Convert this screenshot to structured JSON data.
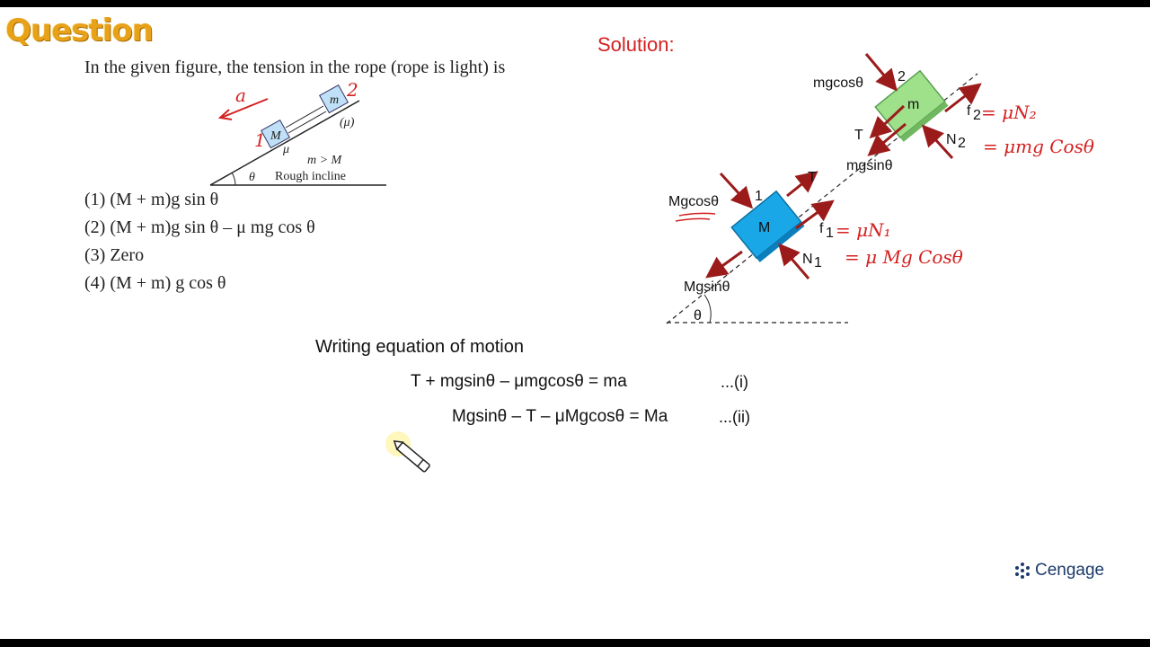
{
  "header": {
    "logo_text": "Question"
  },
  "question": {
    "text": "In the given figure, the tension in the rope (rope is light) is",
    "options": [
      "(1) (M + m)g sin θ",
      "(2) (M + m)g sin θ – μ mg cos θ",
      "(3) Zero",
      "(4) (M + m) g cos θ"
    ],
    "figure": {
      "accel_label": "a",
      "block_big": "M",
      "block_small": "m",
      "block_big_number": "1",
      "block_small_number": "2",
      "mu_label": "μ",
      "mu_paren": "(μ)",
      "condition": "m > M",
      "incline_label": "Rough incline",
      "angle": "θ"
    }
  },
  "solution": {
    "title": "Solution:",
    "diagram": {
      "block_top": "m",
      "block_bottom": "M",
      "num_top": "2",
      "num_bottom": "1",
      "mgcos": "mgcosθ",
      "T_top": "T",
      "mgsin": "mgsinθ",
      "N2": "N",
      "N2_sub": "2",
      "f2": "f",
      "f2_sub": "2",
      "f2_eq1": "= μN₂",
      "f2_eq2": "= μmg Cosθ",
      "Mgcos": "Mgcosθ",
      "T_bottom": "T",
      "Mgsin": "Mgsinθ",
      "N1": "N",
      "N1_sub": "1",
      "f1": "f",
      "f1_sub": "1",
      "f1_eq1": "= μN₁",
      "f1_eq2": "= μ Mg Cosθ",
      "angle": "θ"
    },
    "eq_heading": "Writing equation of motion",
    "equations": [
      {
        "text": "T + mgsinθ – μmgcosθ = ma",
        "tag": "...(i)"
      },
      {
        "text": "Mgsinθ – T – μMgcosθ = Ma",
        "tag": "...(ii)"
      }
    ]
  },
  "brand": {
    "name": "Cengage"
  },
  "colors": {
    "accent_red": "#d42020",
    "block_blue": "#1aa7e8",
    "block_green": "#9fe08a",
    "arrow_dark_red": "#9b1b1b",
    "logo_gold": "#e8a21a"
  }
}
